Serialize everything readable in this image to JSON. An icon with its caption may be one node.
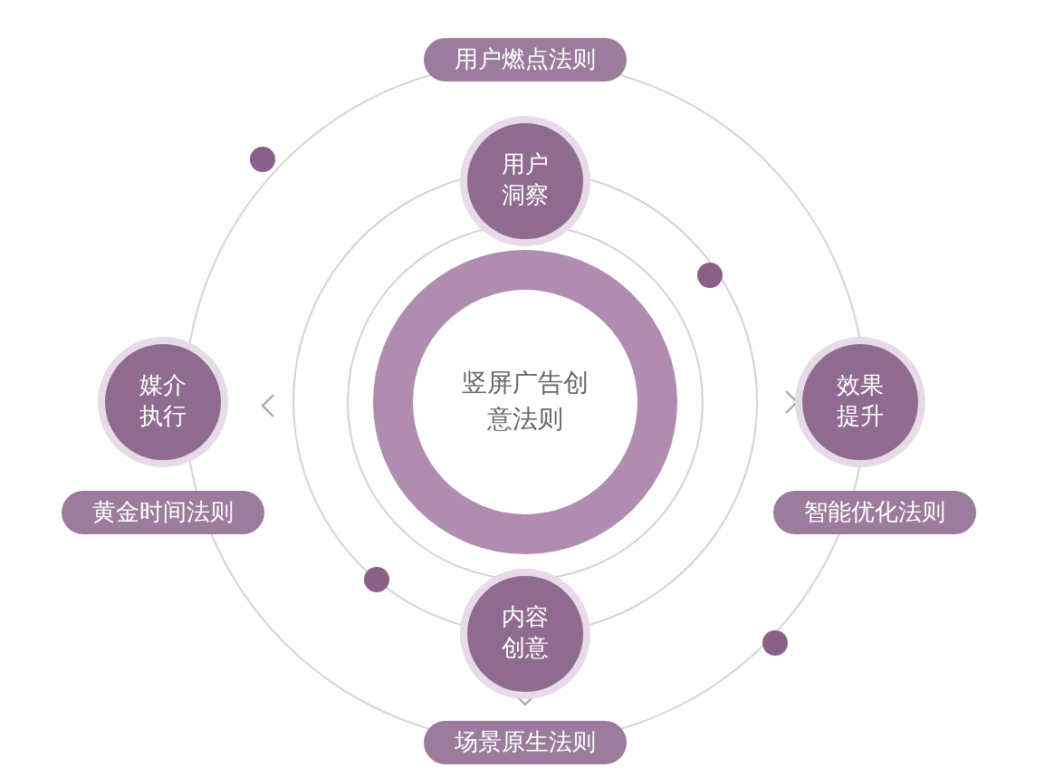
{
  "diagram": {
    "nodes": [
      {
        "text": [
          "竖屏广告创意法则"
        ]
      },
      {
        "text": [
          "用户燃点法则"
        ]
      },
      {
        "text": [
          "用户洞察"
        ]
      },
      {
        "text": [
          "媒介执行"
        ]
      },
      {
        "text": [
          "效果提升"
        ]
      },
      {
        "text": [
          "黄金时间法则"
        ]
      },
      {
        "text": [
          "智能优化法则"
        ]
      },
      {
        "text": [
          "内容创意"
        ]
      },
      {
        "text": [
          "场景原生法则"
        ]
      }
    ],
    "edges": [
      {
        "from": 7,
        "to": 8,
        "arrow": "to"
      }
    ]
  }
}
